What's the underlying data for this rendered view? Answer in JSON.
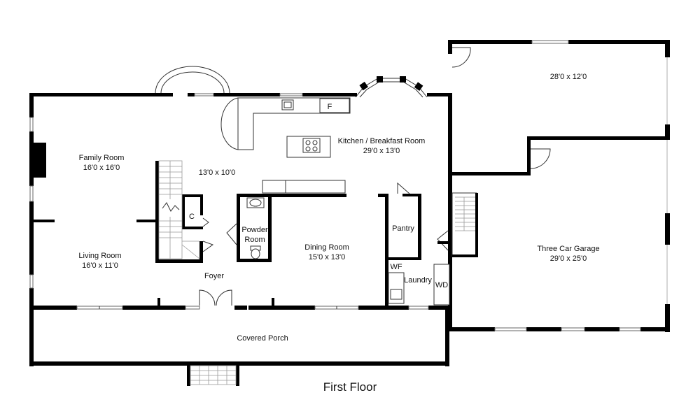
{
  "floor_title": "First Floor",
  "rooms": {
    "family_room": {
      "name": "Family Room",
      "dims": "16'0 x 16'0"
    },
    "living_room": {
      "name": "Living Room",
      "dims": "16'0 x 11'0"
    },
    "hall": {
      "dims": "13'0 x 10'0"
    },
    "kitchen": {
      "name": "Kitchen / Breakfast Room",
      "dims": "29'0 x 13'0"
    },
    "dining_room": {
      "name": "Dining Room",
      "dims": "15'0 x 13'0"
    },
    "powder_room": {
      "line1": "Powder",
      "line2": "Room"
    },
    "pantry": {
      "name": "Pantry"
    },
    "laundry": {
      "name": "Laundry"
    },
    "foyer": {
      "name": "Foyer"
    },
    "covered_porch": {
      "name": "Covered Porch"
    },
    "garage": {
      "name": "Three Car Garage",
      "dims": "29'0 x 25'0"
    },
    "garage_storage": {
      "dims": "28'0 x 12'0"
    }
  },
  "fixtures": {
    "fridge": "F",
    "closet": "C",
    "washer_fridge": "WF",
    "washer_dryer": "WD"
  }
}
